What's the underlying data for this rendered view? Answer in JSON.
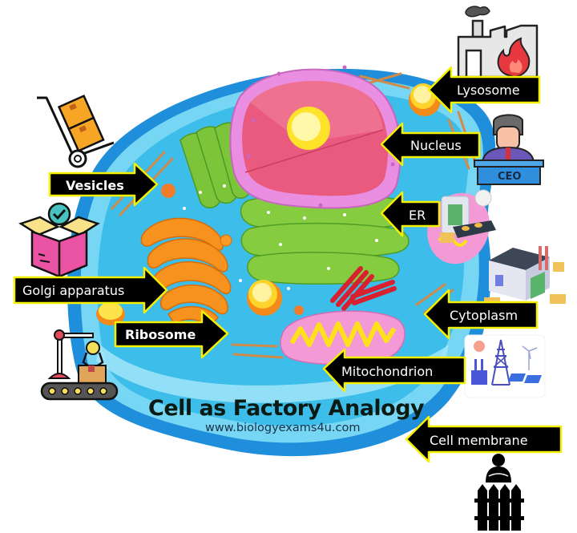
{
  "diagram": {
    "title": "Cell as Factory Analogy",
    "website": "www.biologyexams4u.com",
    "labels": [
      {
        "id": "lysosome",
        "text": "Lysosome",
        "direction": "left",
        "analogy_icon": "factory-fire-icon"
      },
      {
        "id": "nucleus",
        "text": "Nucleus",
        "direction": "left",
        "analogy_icon": "ceo-icon"
      },
      {
        "id": "er",
        "text": "ER",
        "direction": "left",
        "analogy_icon": "assembly-machine-icon"
      },
      {
        "id": "cytoplasm",
        "text": "Cytoplasm",
        "direction": "left",
        "analogy_icon": "warehouse-icon"
      },
      {
        "id": "mitochondrion",
        "text": "Mitochondrion",
        "direction": "left",
        "analogy_icon": "power-plant-icon"
      },
      {
        "id": "cell-membrane",
        "text": "Cell membrane",
        "direction": "left",
        "analogy_icon": "security-guard-fence-icon"
      },
      {
        "id": "vesicles",
        "text": "Vesicles",
        "direction": "right",
        "analogy_icon": "hand-truck-boxes-icon"
      },
      {
        "id": "golgi",
        "text": "Golgi apparatus",
        "direction": "right",
        "analogy_icon": "package-check-icon"
      },
      {
        "id": "ribosome",
        "text": "Ribosome",
        "direction": "right",
        "analogy_icon": "robot-arm-conveyor-icon"
      }
    ],
    "ceo_sign": "CEO"
  },
  "colors": {
    "cell_outer": "#2fa6e8",
    "cell_inner": "#5cc9ef",
    "cytoplasm": "#3dbde9",
    "nucleus_envelope": "#e98ee0",
    "nucleus": "#ea5a7e",
    "nucleolus": "#fff06a",
    "er_green": "#7cc43a",
    "golgi_orange": "#f7921e",
    "mito_pink": "#f39ad6",
    "label_bg": "#000000",
    "label_border": "#f4f000"
  }
}
